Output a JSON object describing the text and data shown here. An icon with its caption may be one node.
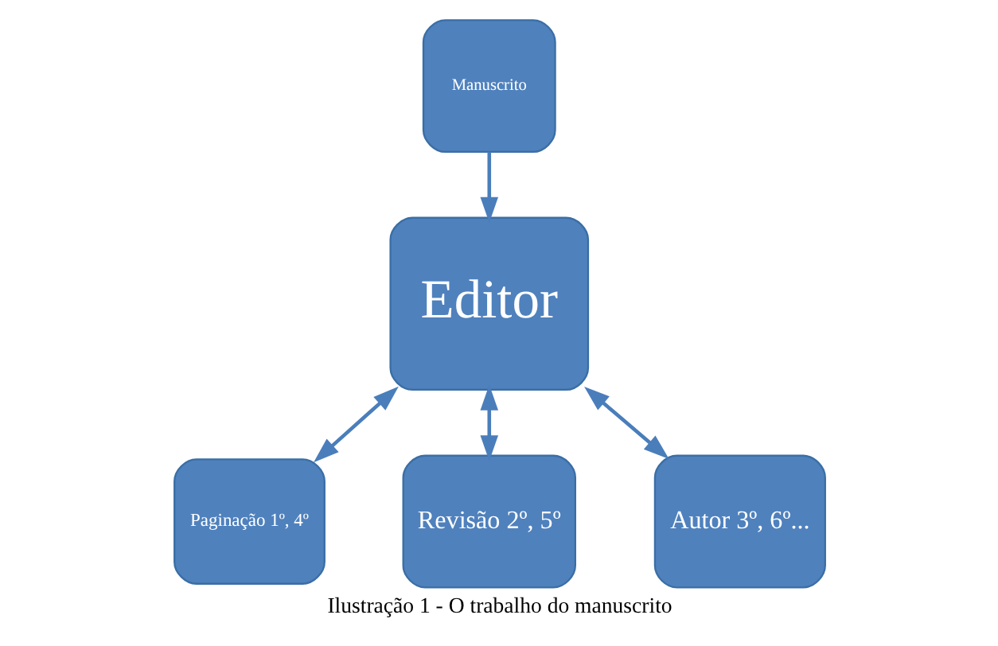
{
  "diagram": {
    "caption": "Ilustração 1 - O trabalho do manuscrito",
    "nodes": [
      {
        "text": [
          "Manuscrito"
        ]
      },
      {
        "text": [
          "Editor"
        ]
      },
      {
        "text": [
          "Paginação 1º, 4º"
        ]
      },
      {
        "text": [
          "Revisão 2º, 5º"
        ]
      },
      {
        "text": [
          "Autor 3º, 6º..."
        ]
      }
    ],
    "edges": [
      {
        "from": 0,
        "to": 1,
        "arrow": "to"
      },
      {
        "from": 1,
        "to": 2,
        "arrow": "both"
      },
      {
        "from": 1,
        "to": 3,
        "arrow": "both"
      },
      {
        "from": 1,
        "to": 4,
        "arrow": "both"
      }
    ]
  }
}
